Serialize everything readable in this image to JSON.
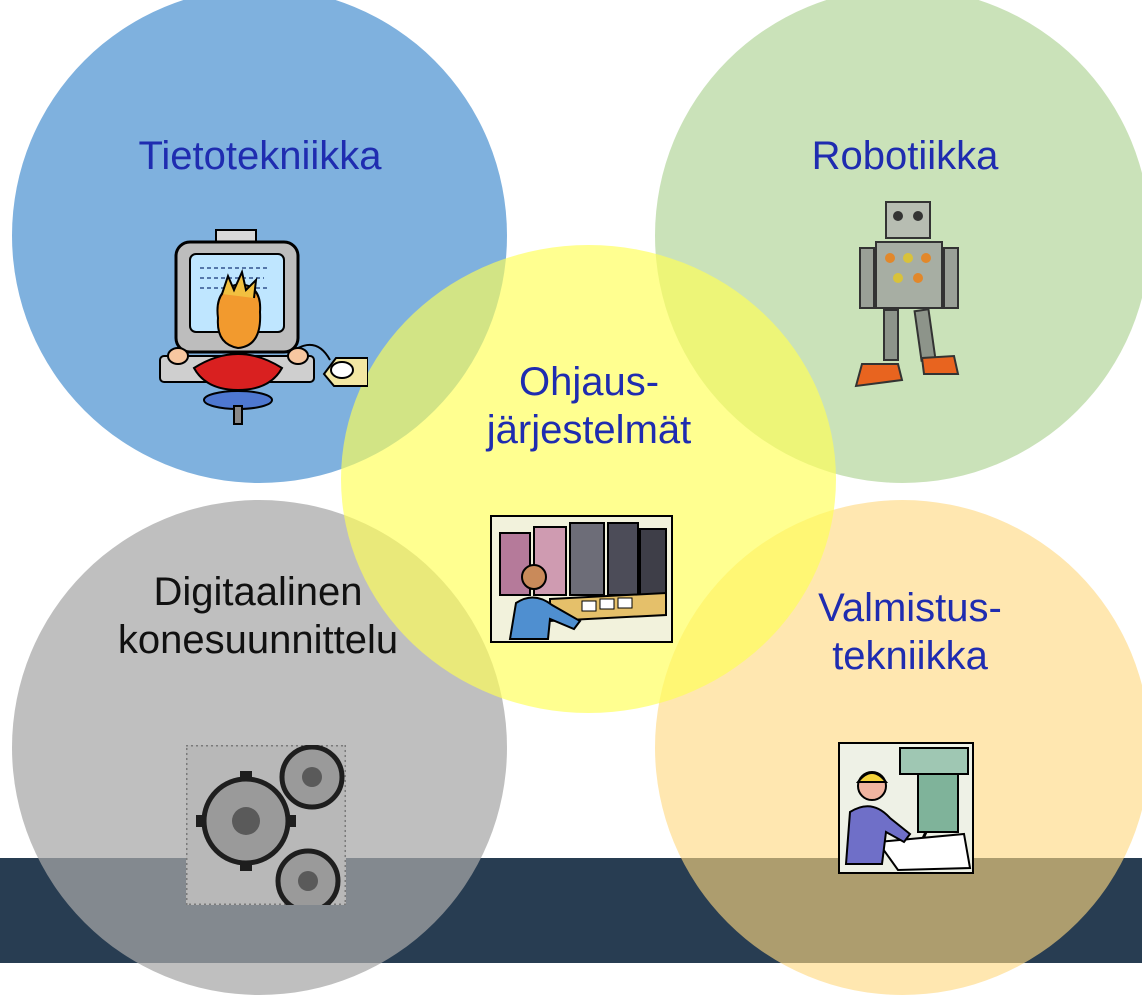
{
  "diagram": {
    "nodes": [
      {
        "id": "it",
        "lines": [
          "Tietotekniikka"
        ],
        "color": "#5b9bd5",
        "icon": "programmer-at-computer-icon"
      },
      {
        "id": "robotics",
        "lines": [
          "Robotiikka"
        ],
        "color": "#a9d18e",
        "icon": "robot-icon"
      },
      {
        "id": "control",
        "lines": [
          "Ohjaus-",
          "järjestelmät"
        ],
        "color": "#ffff55",
        "icon": "control-room-icon"
      },
      {
        "id": "digital",
        "lines": [
          "Digitaalinen",
          "konesuunnittelu"
        ],
        "color": "#a6a6a6",
        "icon": "gears-icon"
      },
      {
        "id": "manufacturing",
        "lines": [
          "Valmistus-",
          "tekniikka"
        ],
        "color": "#ffd980",
        "icon": "machinist-icon"
      }
    ],
    "label_color": "#1f2cb0",
    "footer_color": "#283d52"
  }
}
